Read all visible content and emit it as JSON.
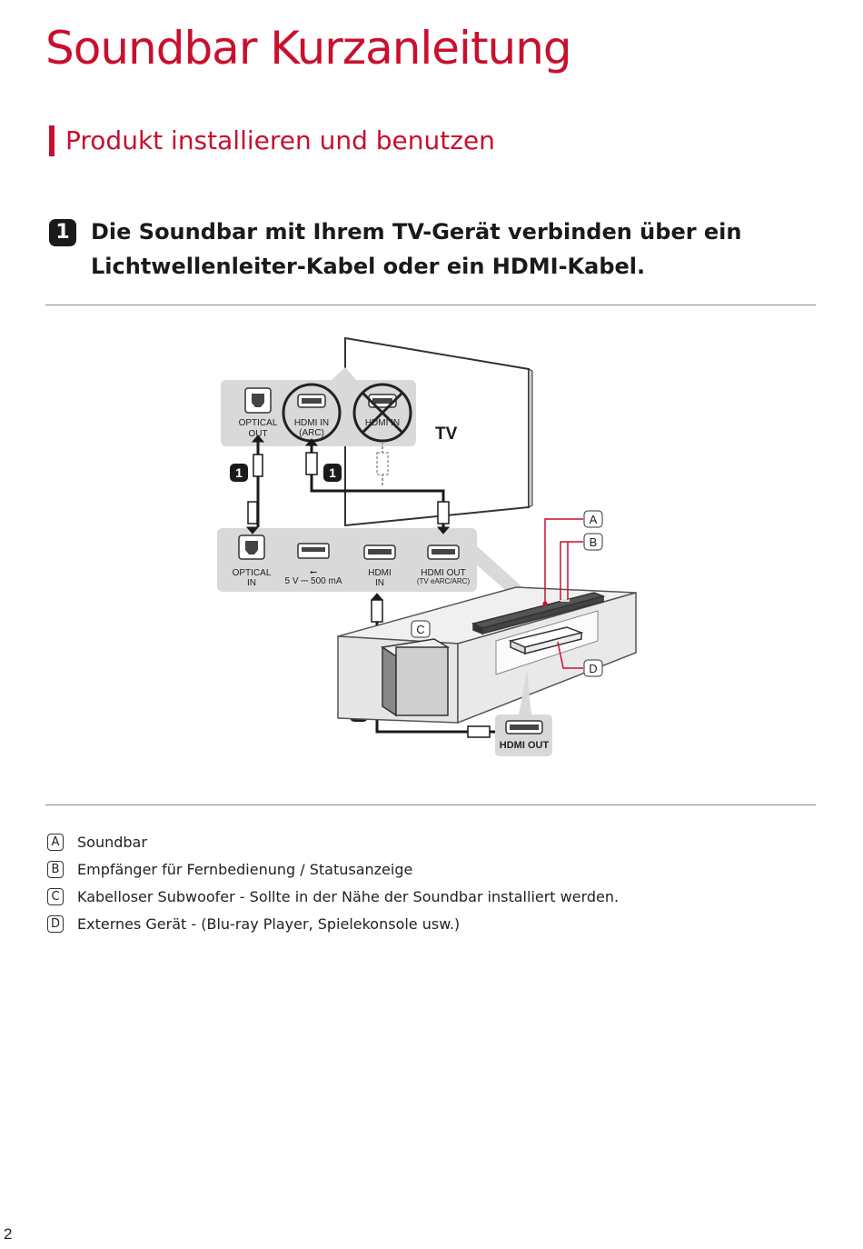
{
  "page": {
    "title": "Soundbar Kurzanleitung",
    "section_title": "Produkt installieren und benutzen",
    "page_number": "2"
  },
  "step": {
    "number": "1",
    "text": "Die Soundbar mit Ihrem TV-Gerät verbinden über ein Lichtwellenleiter-Kabel oder ein HDMI-Kabel."
  },
  "diagram": {
    "tv_label": "TV",
    "tv_ports": {
      "optical_out": [
        "OPTICAL",
        "OUT"
      ],
      "hdmi_in_arc": [
        "HDMI IN",
        "(ARC)"
      ],
      "hdmi_in": "HDMI IN"
    },
    "soundbar_ports": {
      "optical_in": [
        "OPTICAL",
        "IN"
      ],
      "usb": "5 V ⎓ 500 mA",
      "hdmi_in": [
        "HDMI",
        "IN"
      ],
      "hdmi_out": [
        "HDMI OUT",
        "(TV eARC/ARC)"
      ]
    },
    "device_port": "HDMI OUT",
    "connection_badges": [
      "1",
      "1",
      "2"
    ],
    "callouts": [
      "A",
      "B",
      "C",
      "D"
    ]
  },
  "legend": [
    {
      "letter": "A",
      "text": "Soundbar"
    },
    {
      "letter": "B",
      "text": "Empfänger für Fernbedienung / Statusanzeige"
    },
    {
      "letter": "C",
      "text": "Kabelloser Subwoofer - Sollte in der Nähe der Soundbar installiert werden."
    },
    {
      "letter": "D",
      "text": "Externes Gerät - (Blu-ray Player, Spielekonsole usw.)"
    }
  ],
  "colors": {
    "accent": "#c8102e",
    "panel": "#d9d9d9",
    "cable": "#1a1a1a"
  }
}
